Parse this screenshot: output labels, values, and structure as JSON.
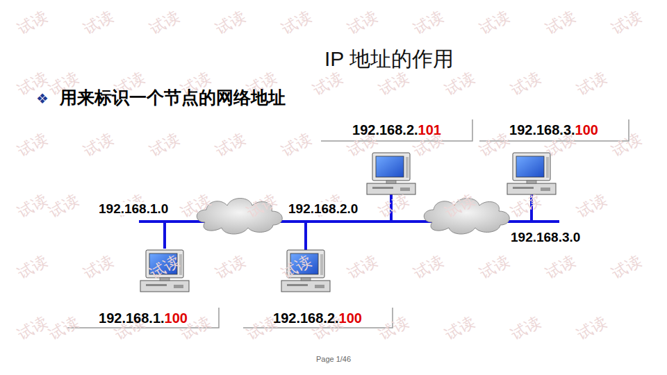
{
  "diagram": {
    "title": "IP 地址的作用",
    "labels": [
      "❖",
      "用来标识一个节点的网络地址",
      "192.168.2.",
      "101",
      "192.168.3.",
      "100",
      "192.168.1.0",
      "192.168.2.0",
      "192.168.3.0",
      "192.168.1.",
      "100",
      "192.168.2.",
      "100",
      "Page 1/46",
      "试读",
      "试读",
      "试读",
      "试读",
      "试读",
      "试读",
      "试读",
      "试读",
      "试读",
      "试读",
      "试读",
      "试读",
      "试读",
      "试读",
      "试读",
      "试读",
      "试读",
      "试读",
      "试读",
      "试读",
      "试读",
      "试读",
      "试读",
      "试读",
      "试读",
      "试读",
      "试读",
      "试读",
      "试读",
      "试读",
      "试读",
      "试读",
      "试读",
      "试读",
      "试读",
      "试读",
      "试读",
      "试读",
      "试读",
      "试读",
      "试读",
      "试读",
      "试读",
      "试读",
      "试读",
      "试读",
      "试读",
      "试读",
      "试读",
      "试读",
      "试读",
      "试读",
      "试读",
      "试读",
      "试读",
      "试读",
      "试读",
      "试读",
      "试读",
      "试读"
    ]
  }
}
